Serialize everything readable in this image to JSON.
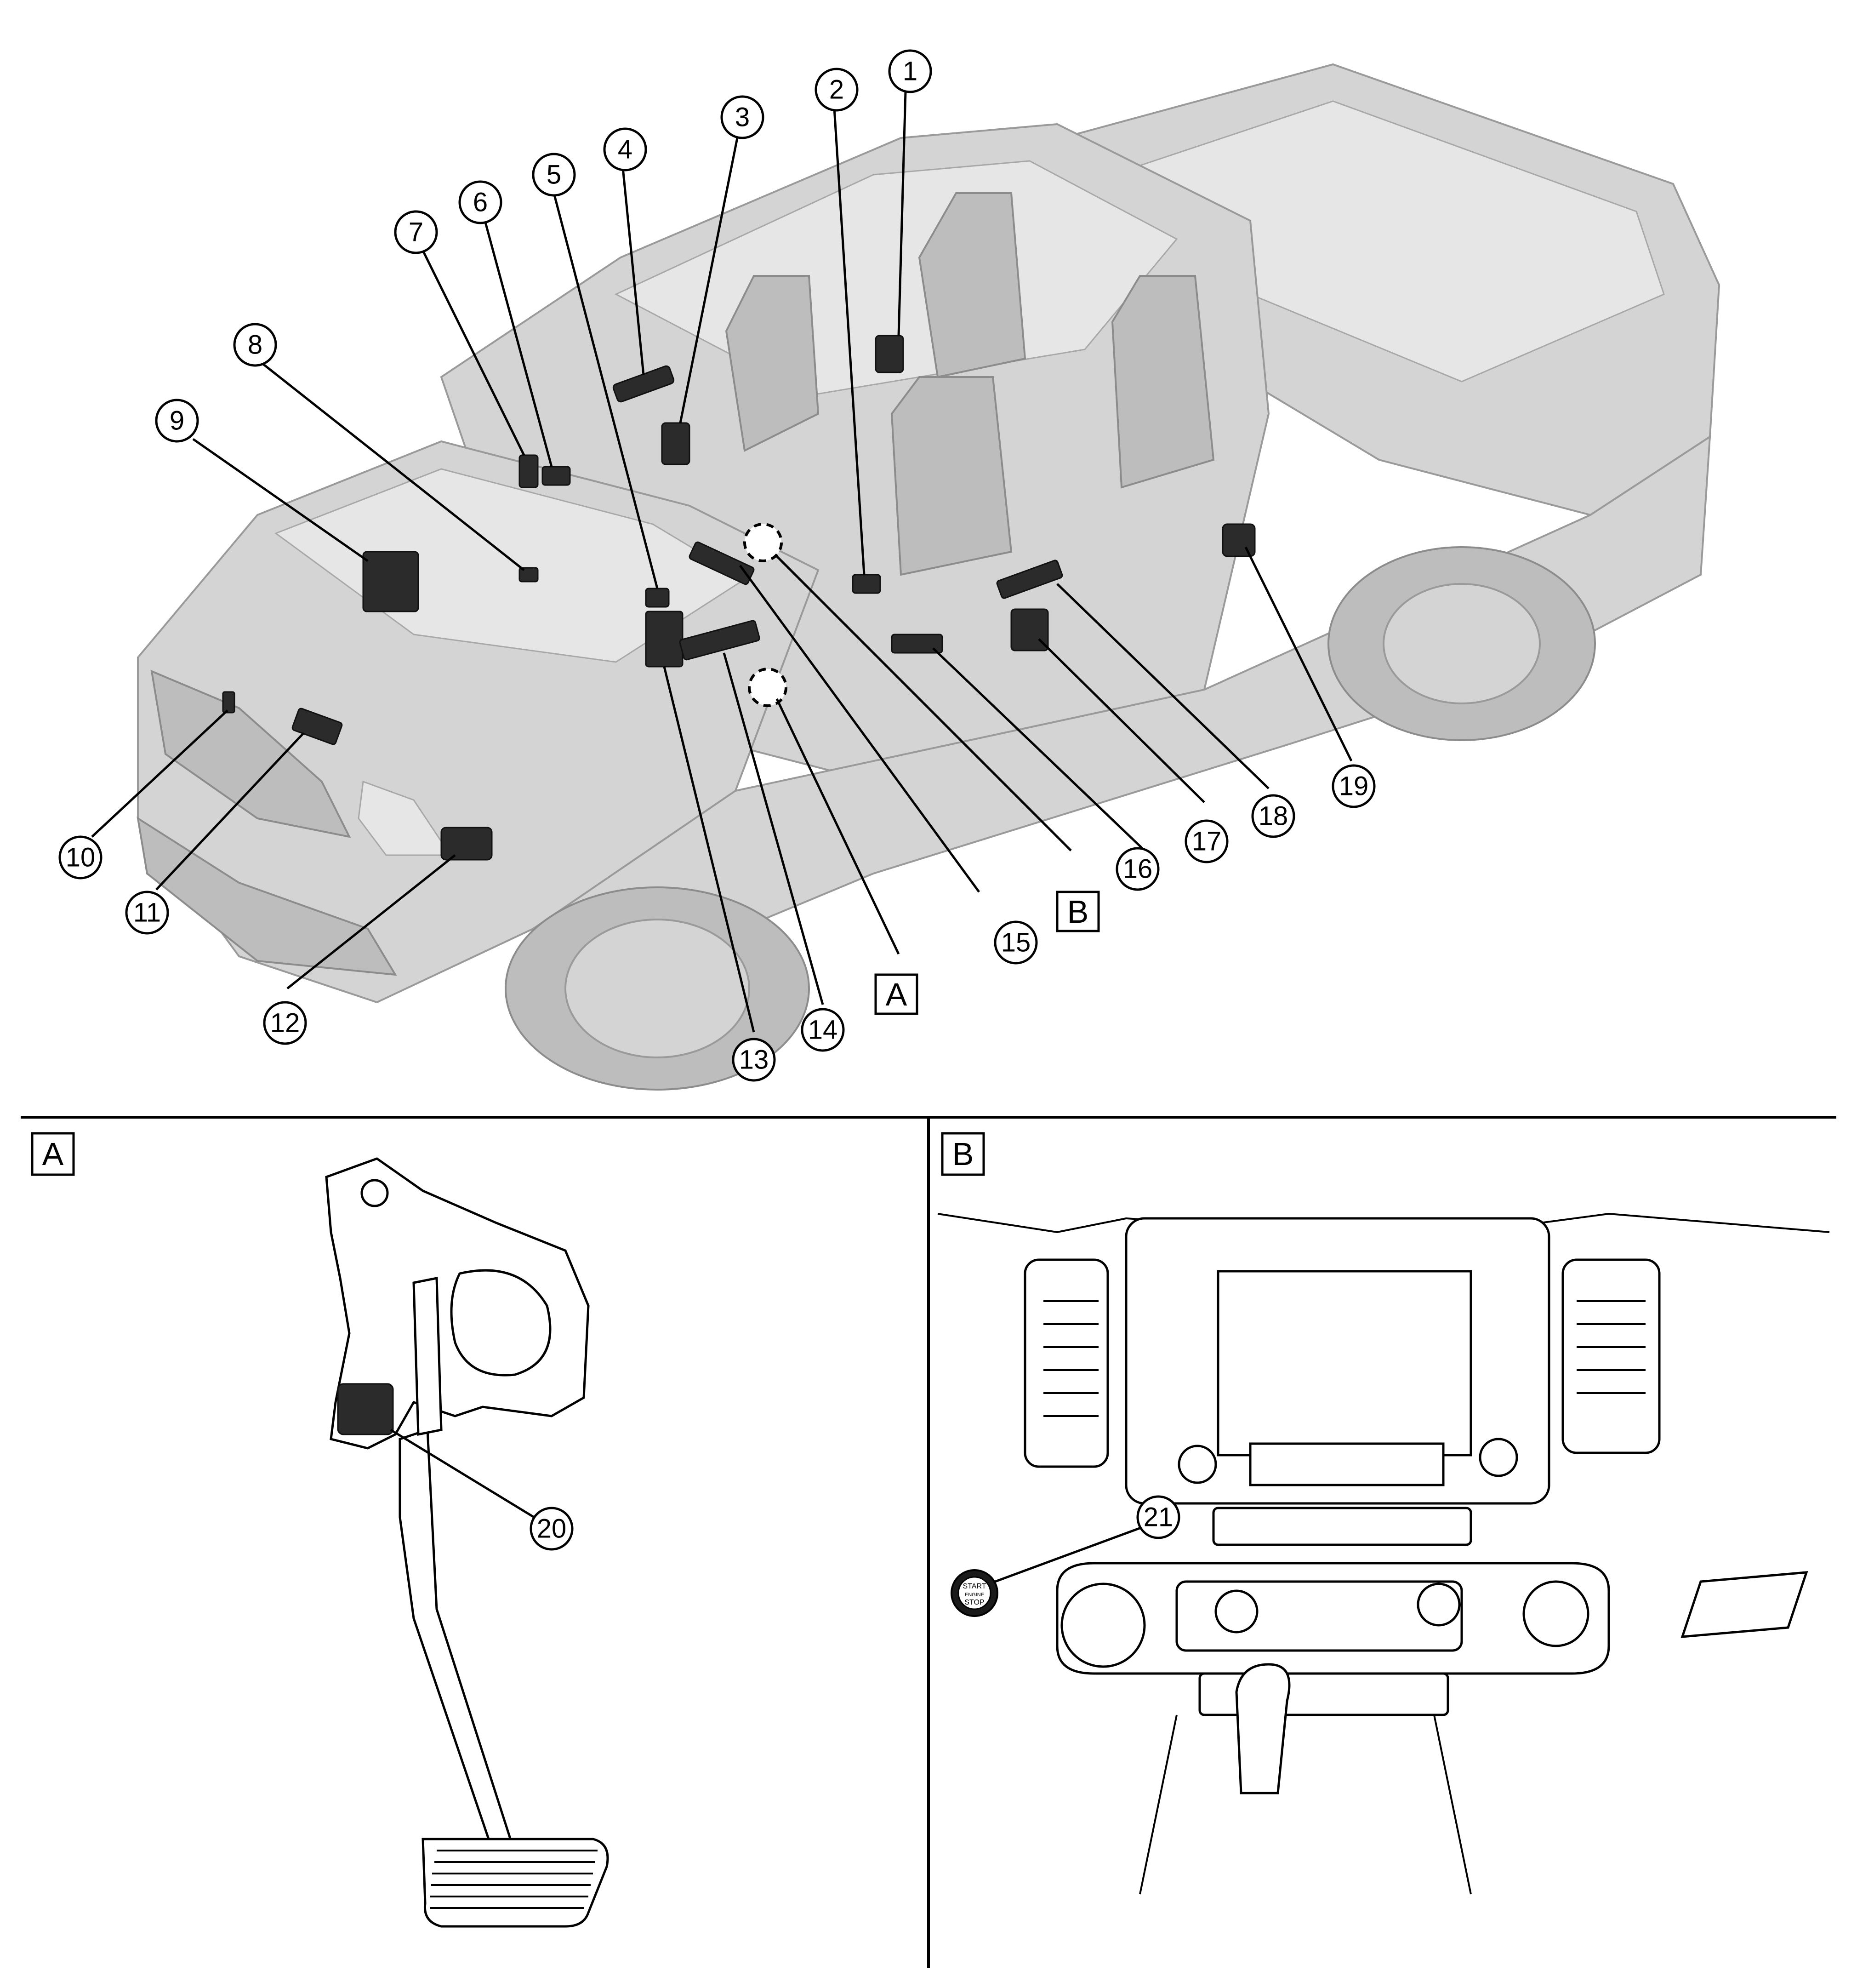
{
  "callouts": [
    "1",
    "2",
    "3",
    "4",
    "5",
    "6",
    "7",
    "8",
    "9",
    "10",
    "11",
    "12",
    "13",
    "14",
    "15",
    "16",
    "17",
    "18",
    "19",
    "20",
    "21"
  ],
  "views": {
    "a": "A",
    "b": "B"
  },
  "start_button": {
    "line1": "START",
    "line2": "ENGINE",
    "line3": "STOP"
  }
}
